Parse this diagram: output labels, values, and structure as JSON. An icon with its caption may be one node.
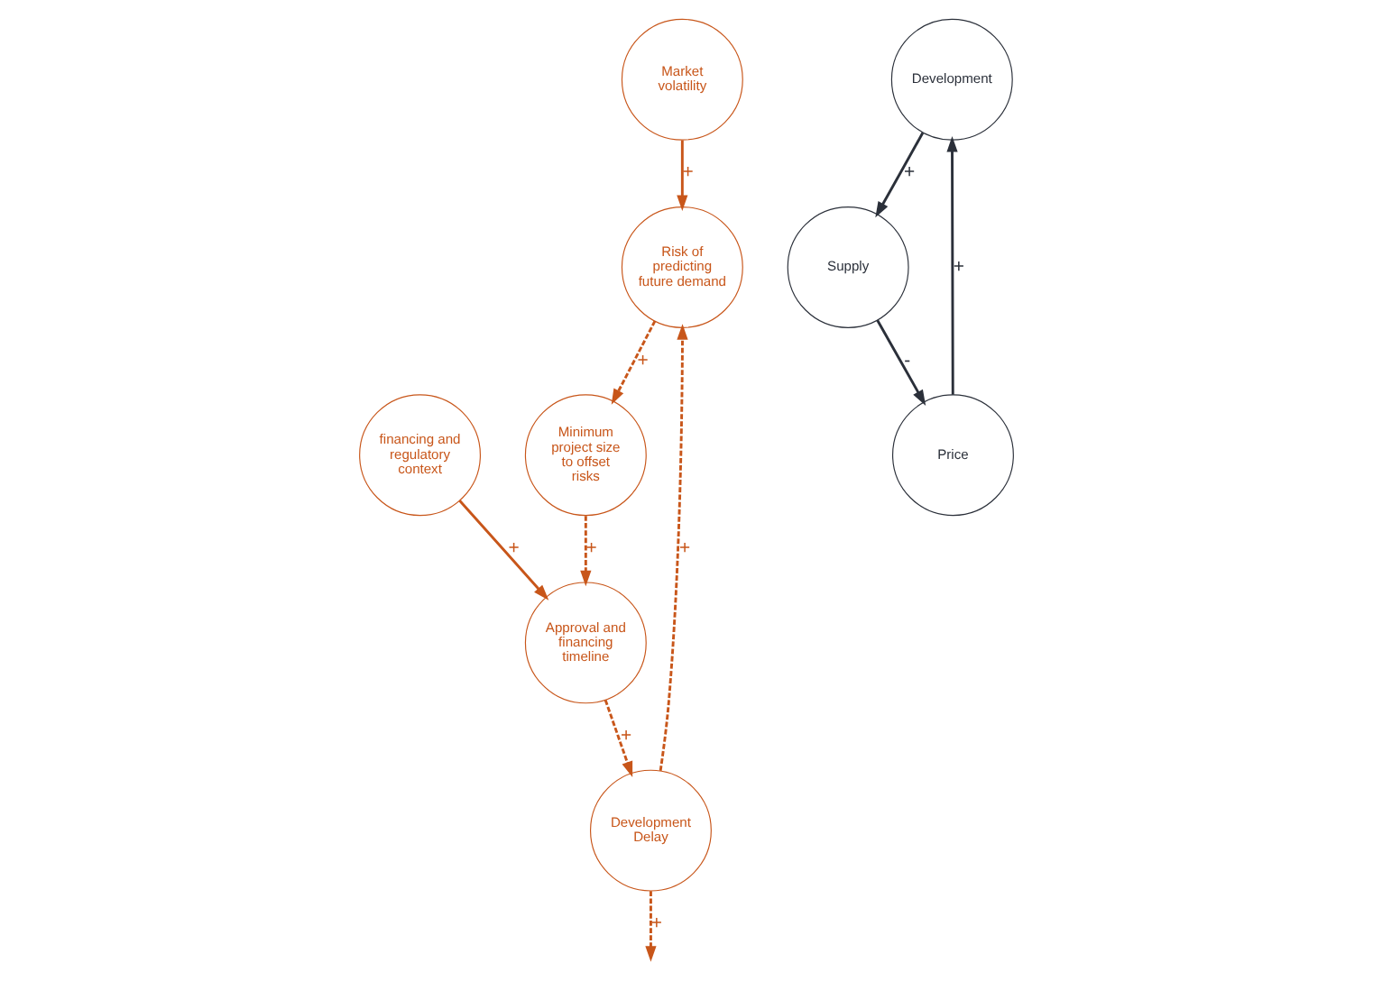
{
  "diagram": {
    "nodes": [
      {
        "text": [
          "Risk of predicting future demand"
        ]
      },
      {
        "text": [
          "Market volatility"
        ]
      },
      {
        "text": [
          "Development Delay"
        ]
      },
      {
        "text": [
          "Minimum project size to offset risks"
        ]
      },
      {
        "text": [
          "Approval and financing timeline"
        ]
      },
      {
        "text": [
          "financing and regulatory context"
        ]
      },
      {
        "text": [
          "Development"
        ]
      },
      {
        "text": [
          "Price"
        ]
      },
      {
        "text": [
          "Supply"
        ]
      }
    ],
    "edges": [
      {
        "from": 1,
        "to": 0,
        "arrow": "to",
        "label": "+"
      },
      {
        "from": 2,
        "to": 0,
        "arrow": "to",
        "label": "+",
        "style": "dashed"
      },
      {
        "from": 0,
        "to": 3,
        "arrow": "to",
        "label": "+",
        "style": "dashed"
      },
      {
        "from": 3,
        "to": 4,
        "arrow": "to",
        "label": "+",
        "style": "dashed"
      },
      {
        "from": 4,
        "to": 2,
        "arrow": "to",
        "label": "+",
        "style": "dashed"
      },
      {
        "from": 5,
        "to": 4,
        "arrow": "to",
        "label": "+"
      },
      {
        "from": 2,
        "to": null,
        "arrow": "to",
        "label": "+",
        "style": "dashed"
      },
      {
        "from": 7,
        "to": 6,
        "arrow": "to",
        "label": "+",
        "color": "#2b303a"
      },
      {
        "from": 6,
        "to": 8,
        "arrow": "to",
        "label": "+",
        "color": "#2b303a"
      },
      {
        "from": 8,
        "to": 7,
        "arrow": "to",
        "label": "-",
        "color": "#2b303a"
      }
    ]
  }
}
